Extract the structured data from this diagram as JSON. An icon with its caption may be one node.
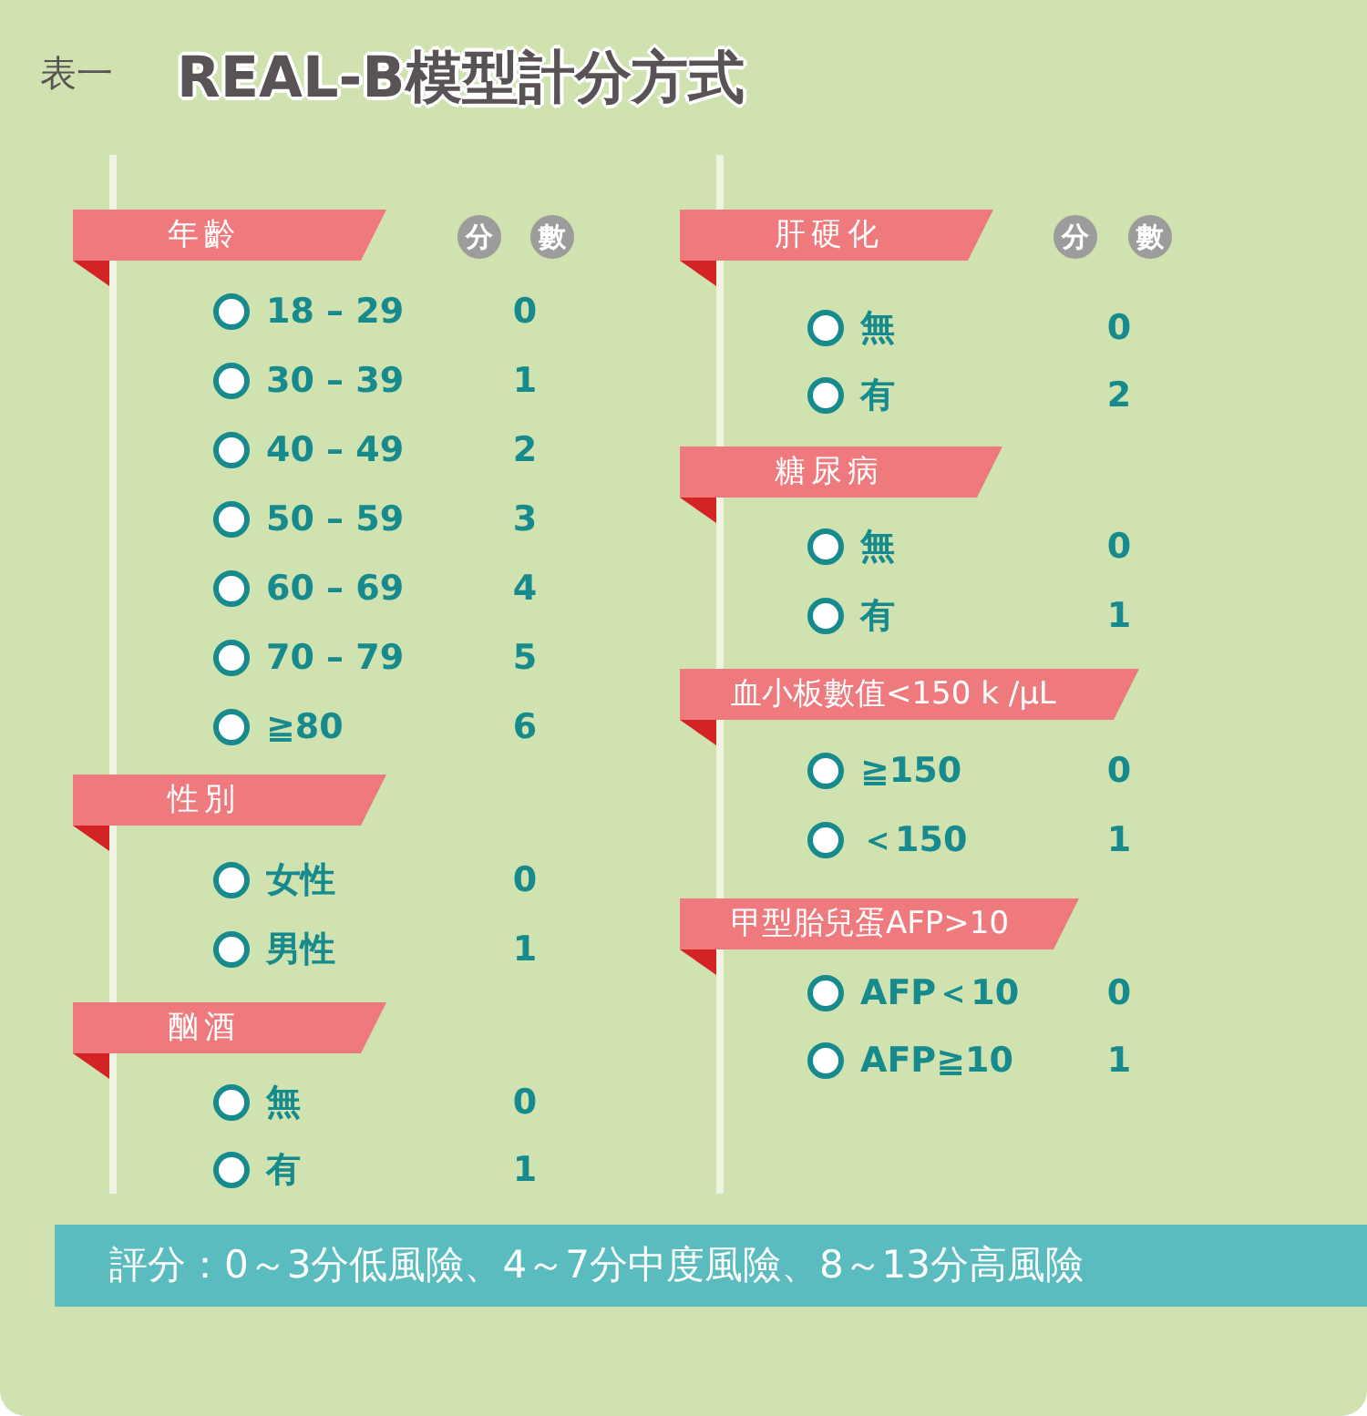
{
  "diagram": {
    "title": "REAL-B模型計分方式",
    "nodes": [
      {
        "text": [
          "年齡"
        ]
      },
      {
        "text": [
          "分"
        ]
      },
      {
        "text": [
          "數"
        ]
      },
      {
        "text": [
          "性別"
        ]
      },
      {
        "text": [
          "酗酒"
        ]
      },
      {
        "text": [
          "肝硬化"
        ]
      },
      {
        "text": [
          "分"
        ]
      },
      {
        "text": [
          "數"
        ]
      },
      {
        "text": [
          "糖尿病"
        ]
      },
      {
        "text": [
          "血小板數值<150 k /μL"
        ]
      },
      {
        "text": [
          "甲型胎兒蛋AFP>10"
        ]
      },
      {
        "text": [
          "評分：0～3分低風險、4～7分中度風險、8～13分高風險"
        ]
      }
    ],
    "labels": [
      "表一",
      "18 – 29",
      "0",
      "30 – 39",
      "1",
      "40 – 49",
      "2",
      "50 – 59",
      "3",
      "60 – 69",
      "4",
      "70 – 79",
      "5",
      "≧80",
      "6",
      "女性",
      "0",
      "男性",
      "1",
      "無",
      "0",
      "有",
      "1",
      "無",
      "0",
      "有",
      "2",
      "無",
      "0",
      "有",
      "1",
      "≧150",
      "0",
      "＜150",
      "1",
      "AFP＜10",
      "0",
      "AFP≧10",
      "1"
    ]
  }
}
